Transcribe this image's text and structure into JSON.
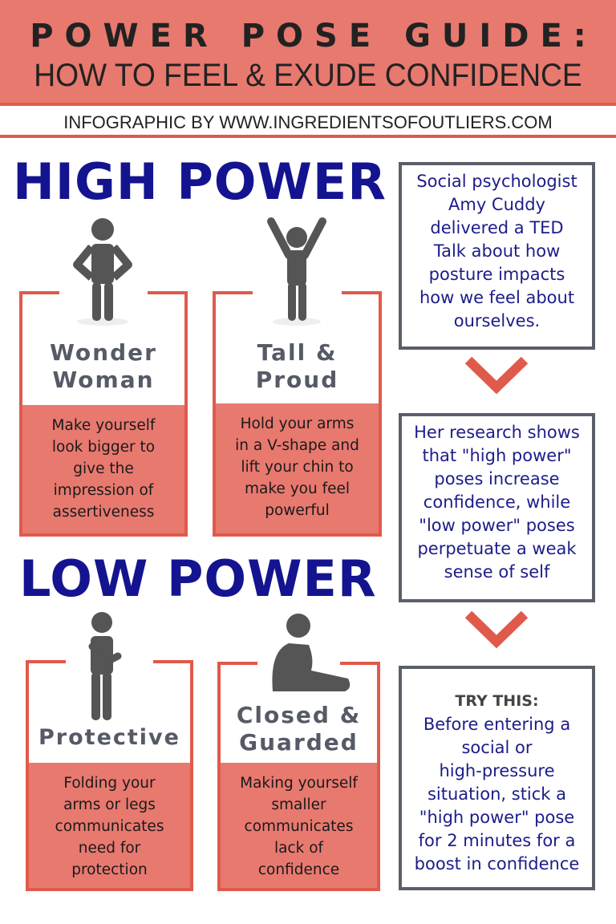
{
  "header": {
    "title": "POWER POSE GUIDE:",
    "subtitle": "HOW TO FEEL & EXUDE CONFIDENCE",
    "credit": "INFOGRAPHIC BY WWW.INGREDIENTSOFOUTLIERS.COM"
  },
  "colors": {
    "header_bg": "#e8796f",
    "accent": "#e05a4b",
    "heading": "#141490",
    "figure": "#555555",
    "box_border": "#5a5f68"
  },
  "high_power": {
    "heading": "HIGH POWER",
    "poses": [
      {
        "title": [
          "Wonder",
          "Woman"
        ],
        "description": [
          "Make yourself",
          "look bigger to",
          "give the",
          "impression of",
          "assertiveness"
        ],
        "icon": "hands-on-hips-figure-icon"
      },
      {
        "title": [
          "Tall &",
          "Proud"
        ],
        "description": [
          "Hold your arms",
          "in a V-shape and",
          "lift your chin to",
          "make you feel",
          "powerful"
        ],
        "icon": "arms-raised-figure-icon"
      }
    ]
  },
  "low_power": {
    "heading": "LOW POWER",
    "poses": [
      {
        "title": [
          "Protective"
        ],
        "description": [
          "Folding your",
          "arms or legs",
          "communicates",
          "need for",
          "protection"
        ],
        "icon": "arms-folded-figure-icon"
      },
      {
        "title": [
          "Closed &",
          "Guarded"
        ],
        "description": [
          "Making yourself",
          "smaller",
          "communicates",
          "lack of",
          "confidence"
        ],
        "icon": "sitting-hugging-knees-figure-icon"
      }
    ]
  },
  "sidebar": {
    "boxes": [
      {
        "lines": [
          "Social psychologist",
          "Amy Cuddy",
          "delivered a TED",
          "Talk about how",
          "posture impacts",
          "how we feel about",
          "ourselves."
        ]
      },
      {
        "lines": [
          "Her research shows",
          "that \"high power\"",
          "poses increase",
          "confidence, while",
          "\"low power\" poses",
          "perpetuate a weak",
          "sense of self"
        ]
      },
      {
        "heading": "TRY THIS:",
        "lines": [
          "Before entering a",
          "social or",
          "high-pressure",
          "situation, stick a",
          "\"high power\" pose",
          "for 2 minutes for a",
          "boost in confidence"
        ]
      }
    ]
  }
}
